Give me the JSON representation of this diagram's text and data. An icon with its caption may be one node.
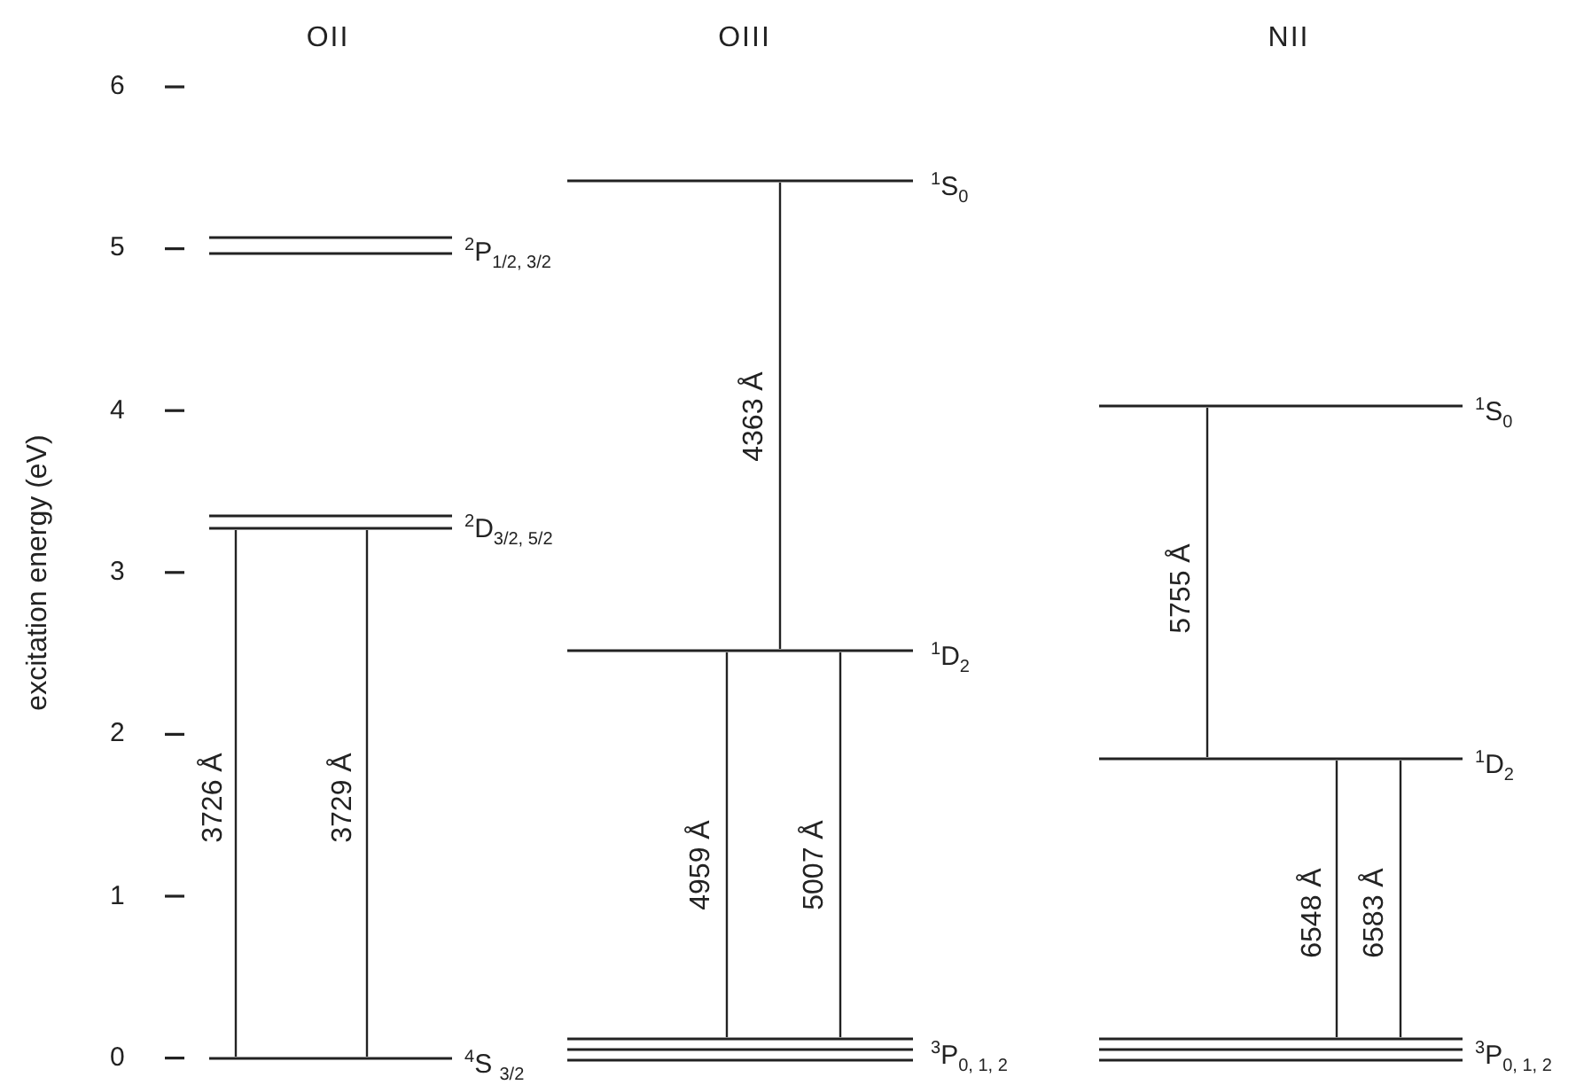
{
  "diagram": {
    "nodes": [
      {
        "text": [
          "$^{2}$P$_{1/2, 3/2}$"
        ]
      },
      {
        "text": [
          "$^{2}$D$_{3/2, 5/2}$"
        ]
      },
      {
        "text": [
          "$^{4}$S $_{3/2}$"
        ]
      },
      {
        "text": [
          "$^{1}$S$_{0}$"
        ]
      },
      {
        "text": [
          "$^{1}$D$_{2}$"
        ]
      },
      {
        "text": [
          "$^{3}$P$_{0, 1, 2}$"
        ]
      },
      {
        "text": [
          "$^{1}$S$_{0}$"
        ]
      },
      {
        "text": [
          "$^{1}$D$_{2}$"
        ]
      },
      {
        "text": [
          "$^{3}$P$_{0, 1, 2}$"
        ]
      }
    ],
    "edges": [
      {
        "from": 1,
        "to": 2,
        "arrow": "none",
        "label": "3726 Å"
      },
      {
        "from": 1,
        "to": 2,
        "arrow": "none",
        "label": "3729 Å"
      },
      {
        "from": 3,
        "to": 4,
        "arrow": "none",
        "label": "4363 Å"
      },
      {
        "from": 4,
        "to": 5,
        "arrow": "none",
        "label": "4959 Å"
      },
      {
        "from": 4,
        "to": 5,
        "arrow": "none",
        "label": "5007 Å"
      },
      {
        "from": 6,
        "to": 7,
        "arrow": "none",
        "label": "5755 Å"
      },
      {
        "from": 7,
        "to": 8,
        "arrow": "none",
        "label": "6548 Å"
      },
      {
        "from": 7,
        "to": 8,
        "arrow": "none",
        "label": "6583 Å"
      }
    ],
    "labels": [
      "OII",
      "OIII",
      "NII",
      "6",
      "5",
      "4",
      "3",
      "2",
      "1",
      "0",
      "excitation energy (eV)"
    ]
  }
}
